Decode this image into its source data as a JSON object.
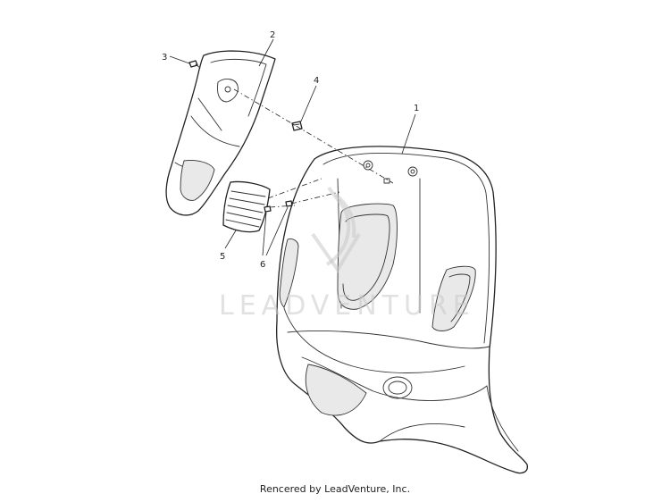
{
  "diagram": {
    "callouts": [
      {
        "id": "label-1",
        "text": "1"
      },
      {
        "id": "label-2",
        "text": "2"
      },
      {
        "id": "label-3",
        "text": "3"
      },
      {
        "id": "label-4",
        "text": "4"
      },
      {
        "id": "label-5",
        "text": "5"
      },
      {
        "id": "label-6",
        "text": "6"
      }
    ],
    "watermark": "LEADVENTURE",
    "credit": "Rencered by LeadVenture, Inc."
  }
}
